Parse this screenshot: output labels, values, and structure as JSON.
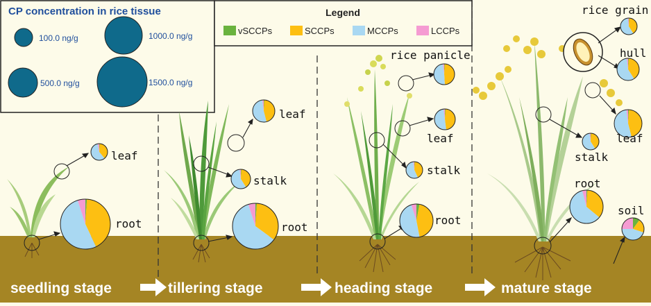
{
  "concentration_key": {
    "title": "CP concentration in rice tissue",
    "labels": [
      "100.0 ng/g",
      "1000.0 ng/g",
      "500.0 ng/g",
      "1500.0 ng/g"
    ]
  },
  "legend": {
    "title": "Legend",
    "items": [
      {
        "label": "vSCCPs",
        "color": "#6ab33e"
      },
      {
        "label": "SCCPs",
        "color": "#fdbf12"
      },
      {
        "label": "MCCPs",
        "color": "#a9d8f2"
      },
      {
        "label": "LCCPs",
        "color": "#f59bd2"
      }
    ]
  },
  "stages": [
    {
      "label": "seedling stage",
      "tissues": [
        "leaf",
        "root"
      ]
    },
    {
      "label": "tillering stage",
      "tissues": [
        "leaf",
        "stalk",
        "root"
      ]
    },
    {
      "label": "heading stage",
      "tissues": [
        "rice panicle",
        "leaf",
        "stalk",
        "root"
      ]
    },
    {
      "label": "mature stage",
      "tissues": [
        "rice grain",
        "hull",
        "leaf",
        "stalk",
        "root",
        "soil"
      ]
    }
  ],
  "colors": {
    "soil": "#a58524",
    "background": "#fdfbe9",
    "bubble": "#0f6a8b",
    "bubble_text": "#1f4e9c"
  },
  "pie_fractions": {
    "seedling_leaf": {
      "vSCCPs": 0.01,
      "SCCPs": 0.38,
      "MCCPs": 0.58,
      "LCCPs": 0.03
    },
    "seedling_root": {
      "vSCCPs": 0.01,
      "SCCPs": 0.42,
      "MCCPs": 0.52,
      "LCCPs": 0.05
    },
    "tillering_leaf": {
      "vSCCPs": 0.01,
      "SCCPs": 0.45,
      "MCCPs": 0.52,
      "LCCPs": 0.02
    },
    "tillering_stalk": {
      "vSCCPs": 0.01,
      "SCCPs": 0.4,
      "MCCPs": 0.57,
      "LCCPs": 0.02
    },
    "tillering_root": {
      "vSCCPs": 0.01,
      "SCCPs": 0.34,
      "MCCPs": 0.6,
      "LCCPs": 0.05
    },
    "heading_panicle": {
      "vSCCPs": 0.01,
      "SCCPs": 0.48,
      "MCCPs": 0.49,
      "LCCPs": 0.02
    },
    "heading_leaf": {
      "vSCCPs": 0.01,
      "SCCPs": 0.47,
      "MCCPs": 0.5,
      "LCCPs": 0.02
    },
    "heading_stalk": {
      "vSCCPs": 0.01,
      "SCCPs": 0.42,
      "MCCPs": 0.55,
      "LCCPs": 0.02
    },
    "heading_root": {
      "vSCCPs": 0.03,
      "SCCPs": 0.44,
      "MCCPs": 0.48,
      "LCCPs": 0.05
    },
    "mature_grain": {
      "vSCCPs": 0.01,
      "SCCPs": 0.4,
      "MCCPs": 0.57,
      "LCCPs": 0.02
    },
    "mature_hull": {
      "vSCCPs": 0.01,
      "SCCPs": 0.4,
      "MCCPs": 0.57,
      "LCCPs": 0.02
    },
    "mature_leaf": {
      "vSCCPs": 0.01,
      "SCCPs": 0.45,
      "MCCPs": 0.52,
      "LCCPs": 0.02
    },
    "mature_stalk": {
      "vSCCPs": 0.01,
      "SCCPs": 0.4,
      "MCCPs": 0.57,
      "LCCPs": 0.02
    },
    "mature_root": {
      "vSCCPs": 0.01,
      "SCCPs": 0.35,
      "MCCPs": 0.6,
      "LCCPs": 0.04
    },
    "mature_soil": {
      "vSCCPs": 0.1,
      "SCCPs": 0.2,
      "MCCPs": 0.45,
      "LCCPs": 0.25
    }
  }
}
